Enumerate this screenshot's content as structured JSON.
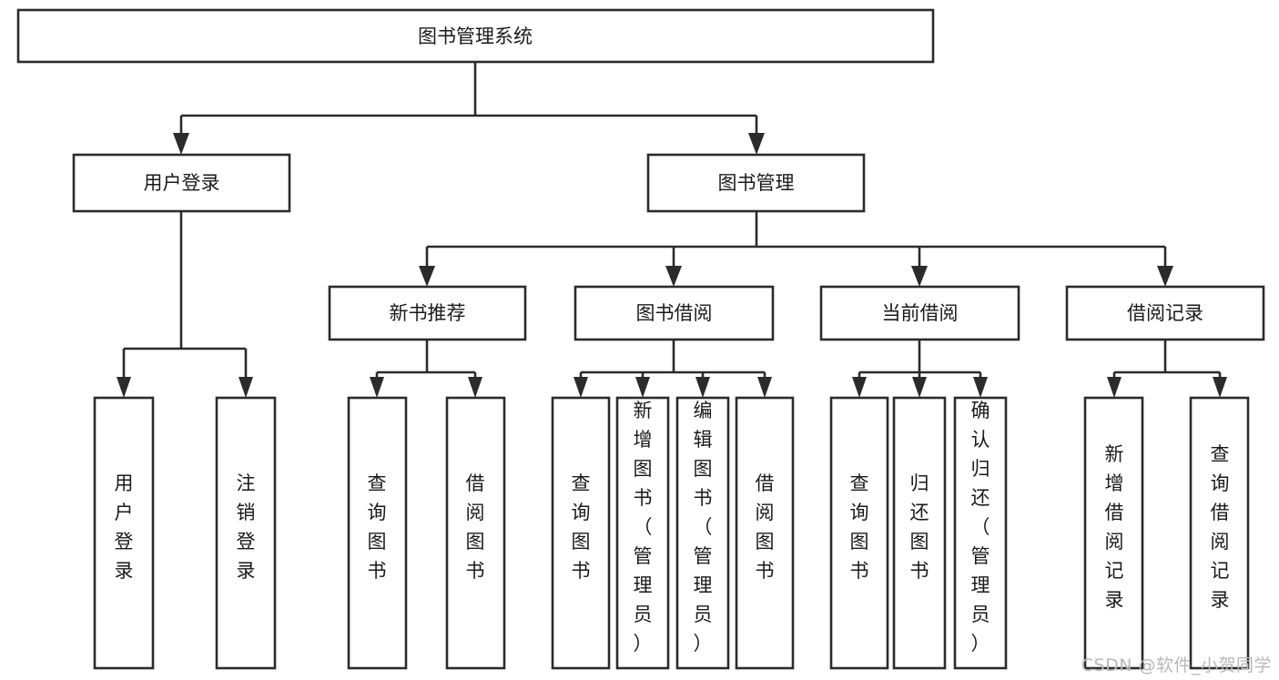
{
  "diagram": {
    "title": "图书管理系统",
    "type": "tree-hierarchy-chart",
    "root": {
      "id": "root",
      "label": "图书管理系统"
    },
    "level1": [
      {
        "id": "user-login",
        "label": "用户登录"
      },
      {
        "id": "book-manage",
        "label": "图书管理"
      }
    ],
    "level2": [
      {
        "id": "new-book-rec",
        "label": "新书推荐",
        "parent": "book-manage"
      },
      {
        "id": "book-borrow",
        "label": "图书借阅",
        "parent": "book-manage"
      },
      {
        "id": "current-borrow",
        "label": "当前借阅",
        "parent": "book-manage"
      },
      {
        "id": "borrow-record",
        "label": "借阅记录",
        "parent": "book-manage"
      }
    ],
    "leaves": [
      {
        "id": "leaf-user-login",
        "label": "用户登录",
        "parent": "user-login"
      },
      {
        "id": "leaf-logout",
        "label": "注销登录",
        "parent": "user-login"
      },
      {
        "id": "leaf-query-book-1",
        "label": "查询图书",
        "parent": "new-book-rec"
      },
      {
        "id": "leaf-borrow-book-1",
        "label": "借阅图书",
        "parent": "new-book-rec"
      },
      {
        "id": "leaf-query-book-2",
        "label": "查询图书",
        "parent": "book-borrow"
      },
      {
        "id": "leaf-add-book",
        "label": "新增图书（管理员）",
        "parent": "book-borrow"
      },
      {
        "id": "leaf-edit-book",
        "label": "编辑图书（管理员）",
        "parent": "book-borrow"
      },
      {
        "id": "leaf-borrow-book-2",
        "label": "借阅图书",
        "parent": "book-borrow"
      },
      {
        "id": "leaf-query-book-3",
        "label": "查询图书",
        "parent": "current-borrow"
      },
      {
        "id": "leaf-return-book",
        "label": "归还图书",
        "parent": "current-borrow"
      },
      {
        "id": "leaf-confirm-return",
        "label": "确认归还（管理员）",
        "parent": "current-borrow"
      },
      {
        "id": "leaf-add-record",
        "label": "新增借阅记录",
        "parent": "borrow-record"
      },
      {
        "id": "leaf-query-record",
        "label": "查询借阅记录",
        "parent": "borrow-record"
      }
    ]
  },
  "watermark": {
    "text": "CSDN @软件_小贺同学"
  },
  "colors": {
    "stroke": "#2b2b2b",
    "fill": "#ffffff",
    "text": "#1a1a1a",
    "watermark": "#b8b8b8"
  }
}
